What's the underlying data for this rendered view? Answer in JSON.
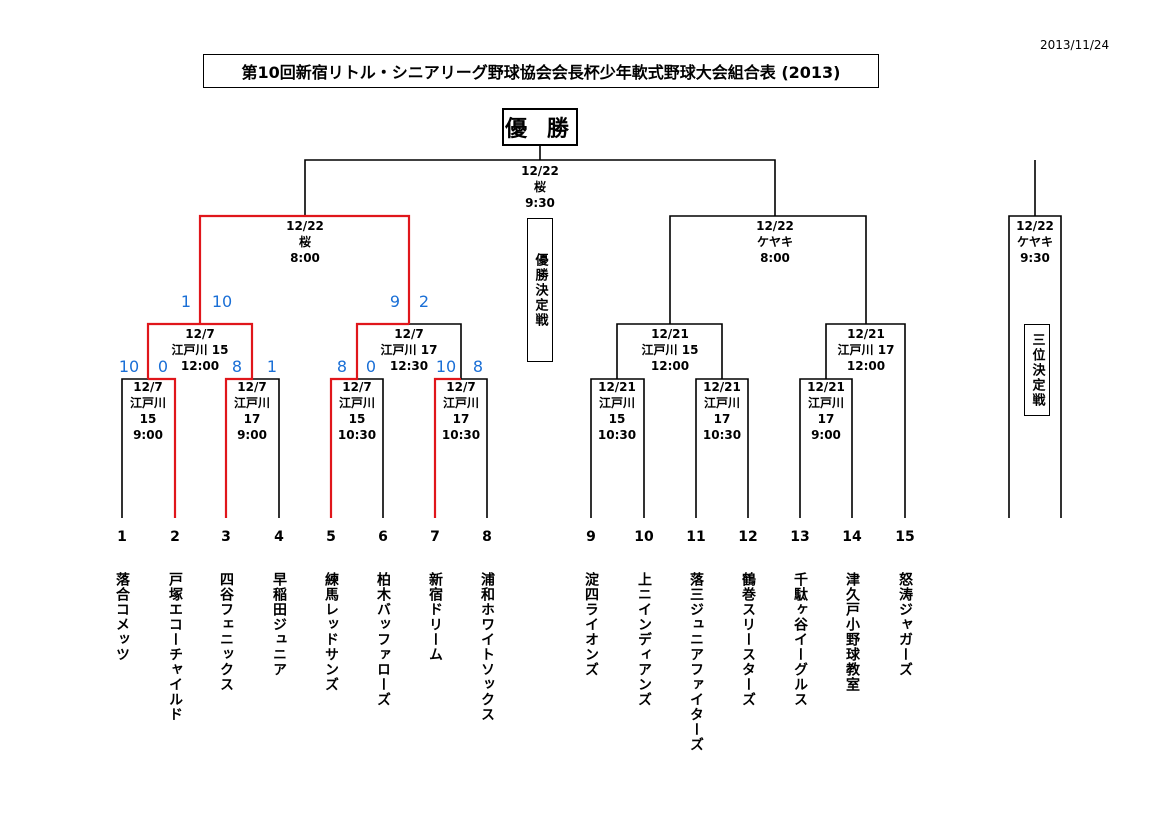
{
  "date": "2013/11/24",
  "title": "第10回新宿リトル・シニアリーグ野球協会会長杯少年軟式野球大会組合表 (2013)",
  "champion_label": "優 勝",
  "final_label": "優勝決定戦",
  "third_label": "三位決定戦",
  "colors": {
    "line": "#000000",
    "winner": "#e0161b",
    "score": "#1a6fd6"
  },
  "teams": [
    {
      "seed": "1",
      "name": "落合コメッツ"
    },
    {
      "seed": "2",
      "name": "戸塚エコーチャイルド"
    },
    {
      "seed": "3",
      "name": "四谷フェニックス"
    },
    {
      "seed": "4",
      "name": "早稲田ジュニア"
    },
    {
      "seed": "5",
      "name": "練馬レッドサンズ"
    },
    {
      "seed": "6",
      "name": "柏木バッファローズ"
    },
    {
      "seed": "7",
      "name": "新宿ドリーム"
    },
    {
      "seed": "8",
      "name": "浦和ホワイトソックス"
    },
    {
      "seed": "9",
      "name": "淀四ライオンズ"
    },
    {
      "seed": "10",
      "name": "上ニインディアンズ"
    },
    {
      "seed": "11",
      "name": "落三ジュニアファイターズ"
    },
    {
      "seed": "12",
      "name": "鶴巻スリースターズ"
    },
    {
      "seed": "13",
      "name": "千駄ヶ谷イーグルス"
    },
    {
      "seed": "14",
      "name": "津久戸小野球教室"
    },
    {
      "seed": "15",
      "name": "怒涛ジャガーズ"
    }
  ],
  "matches": {
    "r1_a": {
      "line1": "12/7",
      "line2": "江戸川",
      "line3": "15",
      "line4": "9:00"
    },
    "r1_b": {
      "line1": "12/7",
      "line2": "江戸川",
      "line3": "17",
      "line4": "9:00"
    },
    "r1_c": {
      "line1": "12/7",
      "line2": "江戸川",
      "line3": "15",
      "line4": "10:30"
    },
    "r1_d": {
      "line1": "12/7",
      "line2": "江戸川",
      "line3": "17",
      "line4": "10:30"
    },
    "r1_e": {
      "line1": "12/21",
      "line2": "江戸川",
      "line3": "15",
      "line4": "10:30"
    },
    "r1_f": {
      "line1": "12/21",
      "line2": "江戸川",
      "line3": "17",
      "line4": "10:30"
    },
    "r1_g": {
      "line1": "12/21",
      "line2": "江戸川",
      "line3": "17",
      "line4": "9:00"
    },
    "r2_a": {
      "line1": "12/7",
      "line2": "江戸川 15",
      "line3": "12:00"
    },
    "r2_b": {
      "line1": "12/7",
      "line2": "江戸川 17",
      "line3": "12:30"
    },
    "r2_c": {
      "line1": "12/21",
      "line2": "江戸川 15",
      "line3": "12:00"
    },
    "r2_d": {
      "line1": "12/21",
      "line2": "江戸川 17",
      "line3": "12:00"
    },
    "sf_a": {
      "line1": "12/22",
      "line2": "桜",
      "line3": "8:00"
    },
    "sf_b": {
      "line1": "12/22",
      "line2": "ケヤキ",
      "line3": "8:00"
    },
    "final": {
      "line1": "12/22",
      "line2": "桜",
      "line3": "9:30"
    },
    "third": {
      "line1": "12/22",
      "line2": "ケヤキ",
      "line3": "9:30"
    }
  },
  "scores": {
    "r1_a_left": "10",
    "r1_a_right": "0",
    "r1_b_left": "8",
    "r1_b_right": "1",
    "r1_c_left": "8",
    "r1_c_right": "0",
    "r1_d_left": "10",
    "r1_d_right": "8",
    "r2_a_left": "1",
    "r2_a_right": "10",
    "r2_b_left": "9",
    "r2_b_right": "2"
  }
}
